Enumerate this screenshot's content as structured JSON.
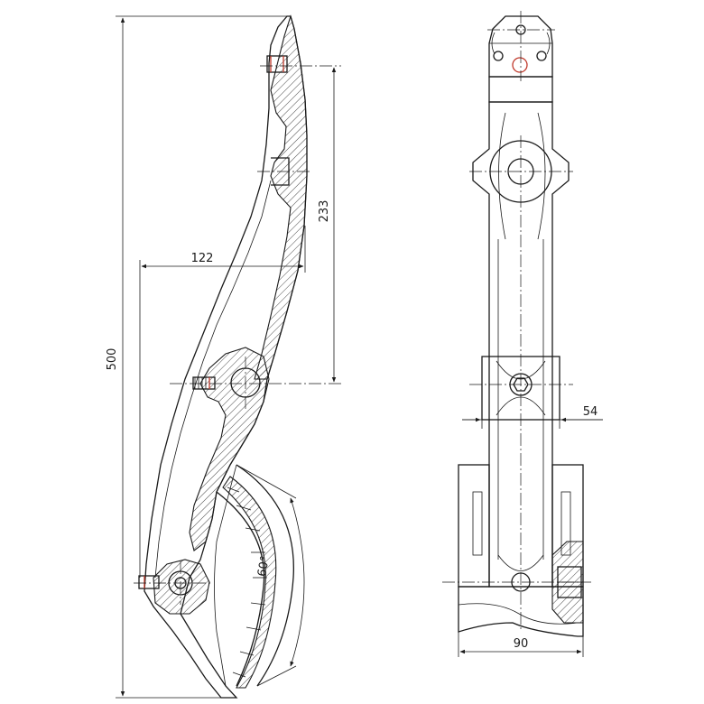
{
  "dimensions": {
    "overall_height": "500",
    "upper_span": "233",
    "horizontal_offset": "122",
    "arc_angle": "60°",
    "bracket_width": "54",
    "base_width": "90"
  },
  "colors": {
    "line": "#1a1a1a",
    "highlight": "#c0392b",
    "background": "#ffffff"
  }
}
